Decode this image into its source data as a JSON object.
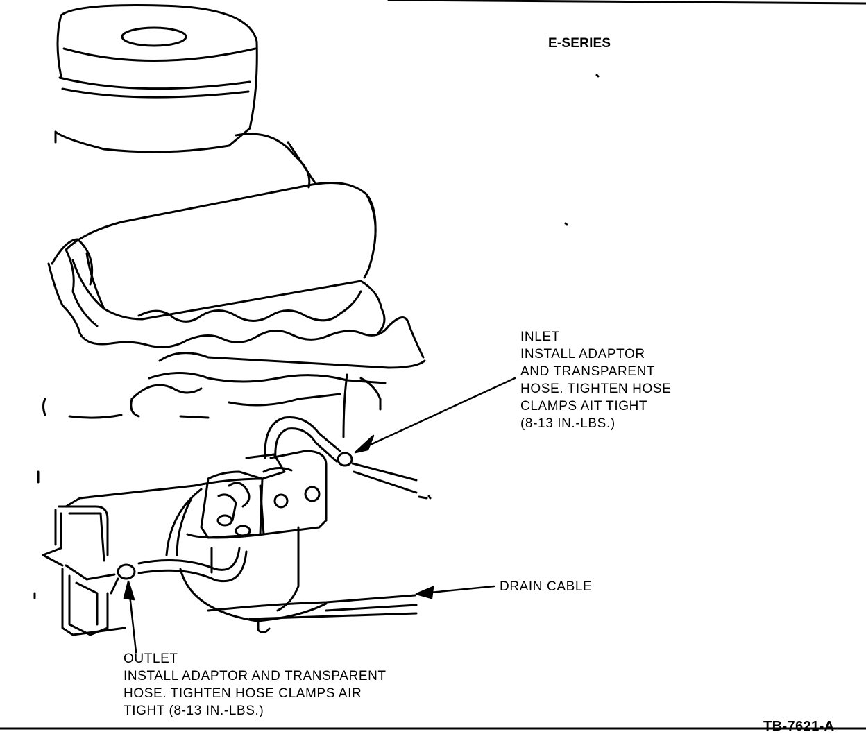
{
  "title": "E-SERIES",
  "figure_id": "TB-7621-A",
  "callouts": {
    "inlet": {
      "lines": [
        "INLET",
        "INSTALL ADAPTOR",
        "AND TRANSPARENT",
        "HOSE. TIGHTEN HOSE",
        "CLAMPS AIT TIGHT",
        "(8-13 IN.-LBS.)"
      ]
    },
    "drain": {
      "lines": [
        "DRAIN CABLE"
      ]
    },
    "outlet": {
      "lines": [
        "OUTLET",
        "INSTALL ADAPTOR AND TRANSPARENT",
        "HOSE. TIGHTEN HOSE CLAMPS AIR",
        "TIGHT (8-13 IN.-LBS.)"
      ]
    }
  },
  "colors": {
    "ink": "#000000",
    "paper": "#ffffff"
  }
}
